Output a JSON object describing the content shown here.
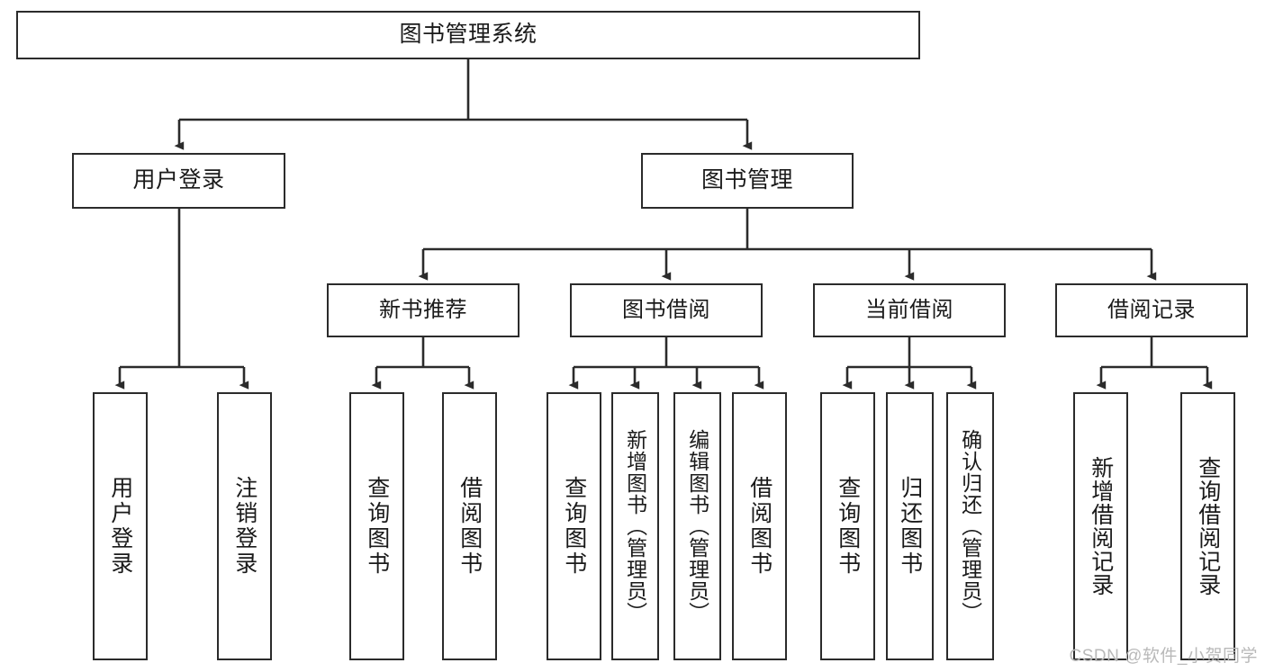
{
  "diagram": {
    "title": "图书管理系统",
    "root": {
      "id": "root",
      "label": "图书管理系统"
    },
    "level1": [
      {
        "id": "user-login",
        "label": "用户登录"
      },
      {
        "id": "book-manage",
        "label": "图书管理"
      }
    ],
    "level2": [
      {
        "id": "new-book-recommend",
        "label": "新书推荐",
        "parent": "book-manage"
      },
      {
        "id": "book-borrow",
        "label": "图书借阅",
        "parent": "book-manage"
      },
      {
        "id": "current-borrow",
        "label": "当前借阅",
        "parent": "book-manage"
      },
      {
        "id": "borrow-record",
        "label": "借阅记录",
        "parent": "book-manage"
      }
    ],
    "leaves": [
      {
        "id": "leaf-user-login",
        "label": "用户登录",
        "parent": "user-login"
      },
      {
        "id": "leaf-logout-login",
        "label": "注销登录",
        "parent": "user-login"
      },
      {
        "id": "leaf-query-book-1",
        "label": "查询图书",
        "parent": "new-book-recommend"
      },
      {
        "id": "leaf-borrow-book-1",
        "label": "借阅图书",
        "parent": "new-book-recommend"
      },
      {
        "id": "leaf-query-book-2",
        "label": "查询图书",
        "parent": "book-borrow"
      },
      {
        "id": "leaf-add-book",
        "label": "新增图书（管理员）",
        "parent": "book-borrow"
      },
      {
        "id": "leaf-edit-book",
        "label": "编辑图书（管理员）",
        "parent": "book-borrow"
      },
      {
        "id": "leaf-borrow-book-2",
        "label": "借阅图书",
        "parent": "book-borrow"
      },
      {
        "id": "leaf-query-book-3",
        "label": "查询图书",
        "parent": "current-borrow"
      },
      {
        "id": "leaf-return-book",
        "label": "归还图书",
        "parent": "current-borrow"
      },
      {
        "id": "leaf-confirm-return",
        "label": "确认归还（管理员）",
        "parent": "current-borrow"
      },
      {
        "id": "leaf-add-record",
        "label": "新增借阅记录",
        "parent": "borrow-record"
      },
      {
        "id": "leaf-query-record",
        "label": "查询借阅记录",
        "parent": "borrow-record"
      }
    ],
    "colors": {
      "stroke": "#2b2b2b",
      "fill": "#ffffff",
      "text": "#1a1a1a",
      "watermark": "#b9b9b9"
    }
  },
  "watermark": {
    "text": "CSDN @软件_小贺同学"
  }
}
